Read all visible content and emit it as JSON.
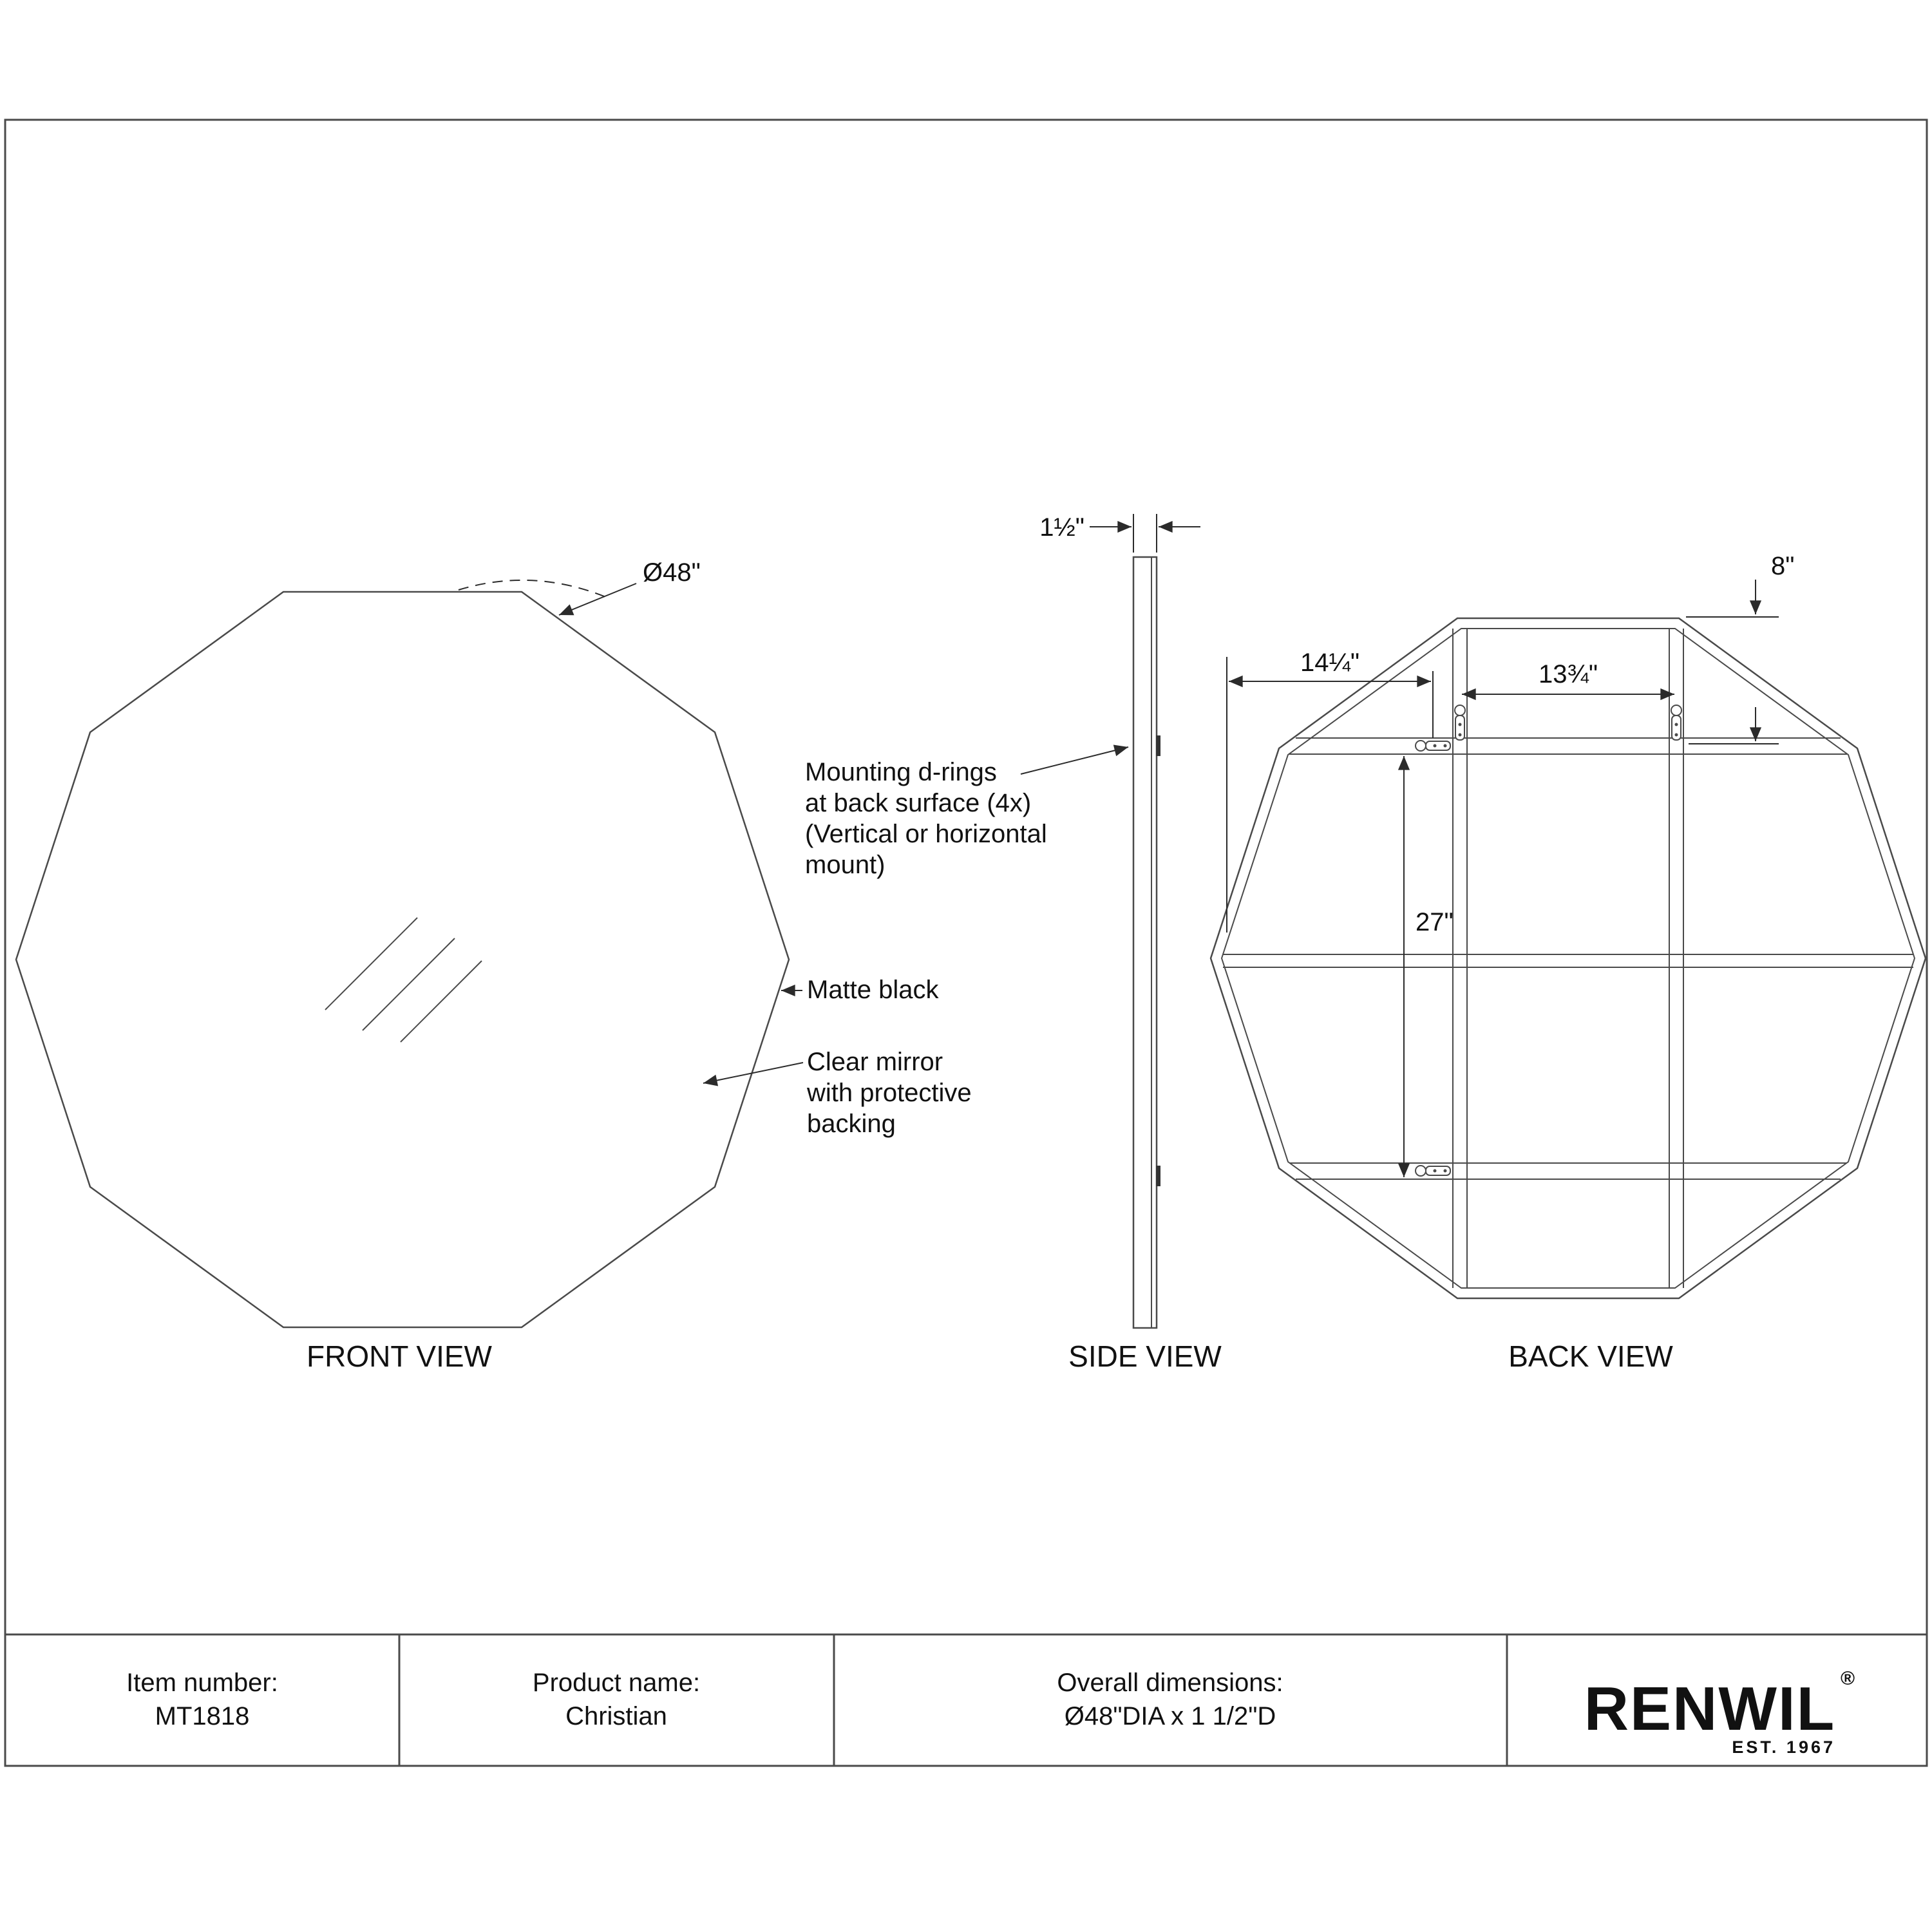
{
  "sheet": {
    "background": "#ffffff",
    "line_color": "#4a4a4a",
    "dim_color": "#2b2b2b",
    "text_color": "#111111"
  },
  "views": {
    "front": {
      "label": "FRONT VIEW",
      "diameter": "Ø48\""
    },
    "side": {
      "label": "SIDE VIEW",
      "depth": "1½\""
    },
    "back": {
      "label": "BACK VIEW",
      "dim_top_offset": "8\"",
      "dim_edge_to_dring": "14¼\"",
      "dim_dring_spacing": "13¾\"",
      "dim_rail_span": "27\""
    }
  },
  "annotations": {
    "mounting": [
      "Mounting d-rings",
      "at back surface (4x)",
      "(Vertical or horizontal",
      "mount)"
    ],
    "matte_black": "Matte black",
    "clear_mirror": [
      "Clear mirror",
      "with protective",
      "backing"
    ]
  },
  "title_block": {
    "item_label": "Item number:",
    "item_value": "MT1818",
    "product_label": "Product name:",
    "product_value": "Christian",
    "dims_label": "Overall dimensions:",
    "dims_value": "Ø48\"DIA x 1 1/2\"D",
    "brand": {
      "name": "RENWIL",
      "registered": "®",
      "est": "EST. 1967"
    }
  }
}
